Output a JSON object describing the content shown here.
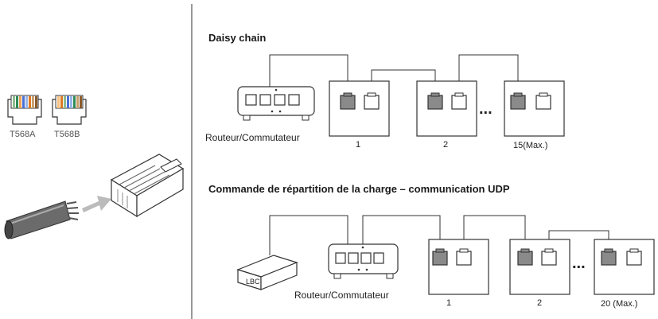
{
  "left_panel": {
    "connector_a_label": "T568A",
    "connector_b_label": "T568B"
  },
  "daisy_chain": {
    "title": "Daisy chain",
    "router_label": "Routeur/Commutateur",
    "charger_1_label": "1",
    "charger_2_label": "2",
    "charger_last_label": "15(Max.)",
    "ellipsis": "..."
  },
  "udp": {
    "title": "Commande de répartition de la charge – communication UDP",
    "lbc_label": "LBC",
    "router_label": "Routeur/Commutateur",
    "charger_1_label": "1",
    "charger_2_label": "2",
    "charger_last_label": "20 (Max.)",
    "ellipsis": "..."
  }
}
